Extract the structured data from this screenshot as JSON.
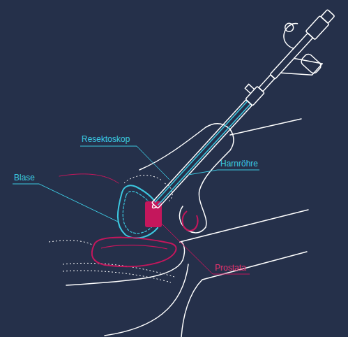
{
  "diagram": {
    "labels": [
      "Resektoskop",
      "Harnröhre",
      "Blase",
      "Prostata"
    ]
  }
}
